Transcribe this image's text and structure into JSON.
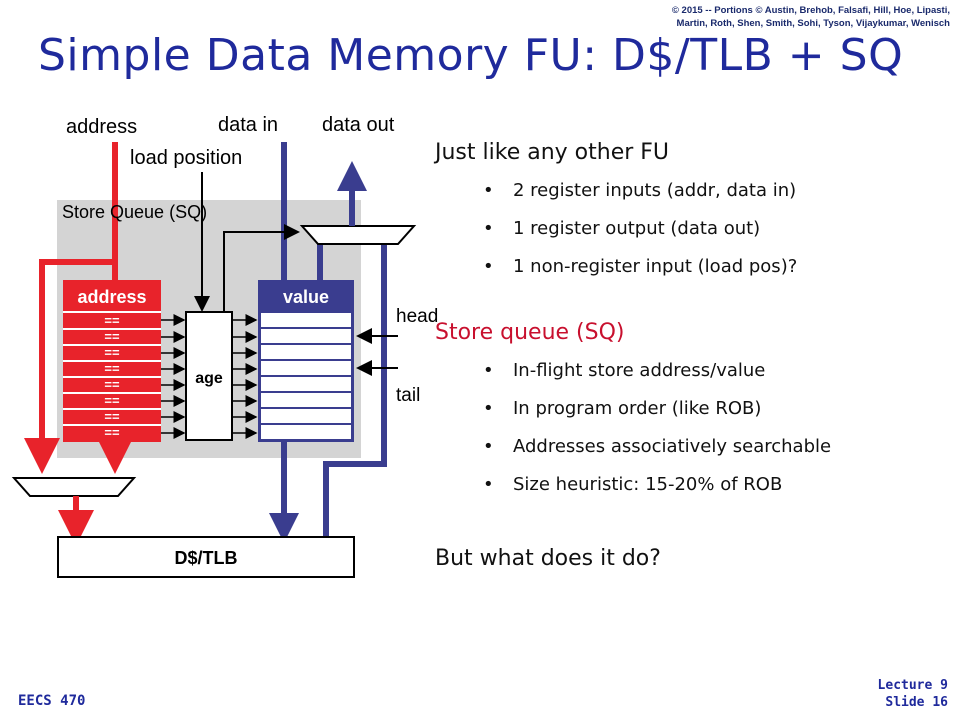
{
  "copyright": {
    "line1": "© 2015 -- Portions © Austin, Brehob, Falsafi, Hill, Hoe, Lipasti,",
    "line2": "Martin, Roth, Shen, Smith, Sohi, Tyson, Vijaykumar, Wenisch"
  },
  "title": "Simple Data Memory FU: D$/TLB + SQ",
  "diagram": {
    "address_label": "address",
    "data_in_label": "data in",
    "data_out_label": "data out",
    "load_position_label": "load position",
    "store_queue_label": "Store Queue (SQ)",
    "address_column_header": "address",
    "value_column_header": "value",
    "age_label": "age",
    "head_label": "head",
    "tail_label": "tail",
    "comparator_symbol": "==",
    "dtlb_label": "D$/TLB",
    "colors": {
      "red": "#e8232b",
      "blue": "#3a3d8f",
      "gray": "#d4d4d4"
    }
  },
  "content": {
    "heading1": "Just like any other FU",
    "bullets1": [
      "2 register inputs (addr, data in)",
      "1 register output (data out)",
      "1 non-register input (load pos)?"
    ],
    "heading2": "Store queue (SQ)",
    "bullets2": [
      "In-flight store address/value",
      "In program order (like ROB)",
      "Addresses associatively searchable",
      "Size heuristic: 15-20% of ROB"
    ],
    "heading3": "But what does it do?"
  },
  "footer": {
    "course": "EECS 470",
    "lecture": "Lecture 9",
    "slide": "Slide 16"
  }
}
